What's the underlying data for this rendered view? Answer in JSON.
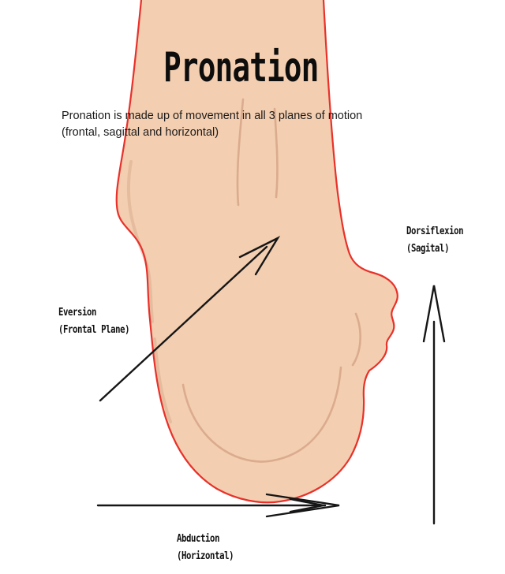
{
  "title": "Pronation",
  "subtitle": {
    "line1": "Pronation is made up of movement in all 3 planes of motion",
    "line2": "(frontal, sagittal and horizontal)"
  },
  "labels": {
    "eversion": {
      "line1": "Eversion",
      "line2": "(Frontal Plane)"
    },
    "dorsiflexion": {
      "line1": "Dorsiflexion",
      "line2": "(Sagital)"
    },
    "abduction": {
      "line1": "Abduction",
      "line2": "(Horizontal)"
    }
  },
  "illustration": {
    "subject": "posterior view of right foot and lower leg",
    "arrows": {
      "eversion": "diagonal arrow pointing up-right toward heel",
      "dorsiflexion": "vertical arrow pointing up",
      "abduction": "horizontal arrow pointing right"
    }
  },
  "colors": {
    "outline": "#e8312a",
    "skin": "#f3ceb0",
    "skin_shade": "#d8a78b",
    "arrow": "#161616"
  }
}
